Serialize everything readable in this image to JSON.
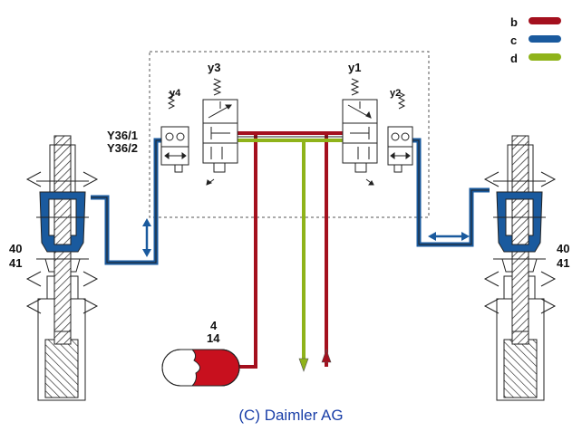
{
  "legend": [
    {
      "key": "b",
      "color": "#a4101e"
    },
    {
      "key": "c",
      "color": "#1a5a9e"
    },
    {
      "key": "d",
      "color": "#8fb31a"
    }
  ],
  "labels": {
    "y4": "y4",
    "y3": "y3",
    "y1": "y1",
    "y2": "y2",
    "y36_1": "Y36/1",
    "y36_2": "Y36/2",
    "left_strut_top": "40",
    "left_strut_bottom": "41",
    "right_strut_top": "40",
    "right_strut_bottom": "41",
    "reservoir_top": "4",
    "reservoir_bottom": "14"
  },
  "copyright": "(C) Daimler AG"
}
